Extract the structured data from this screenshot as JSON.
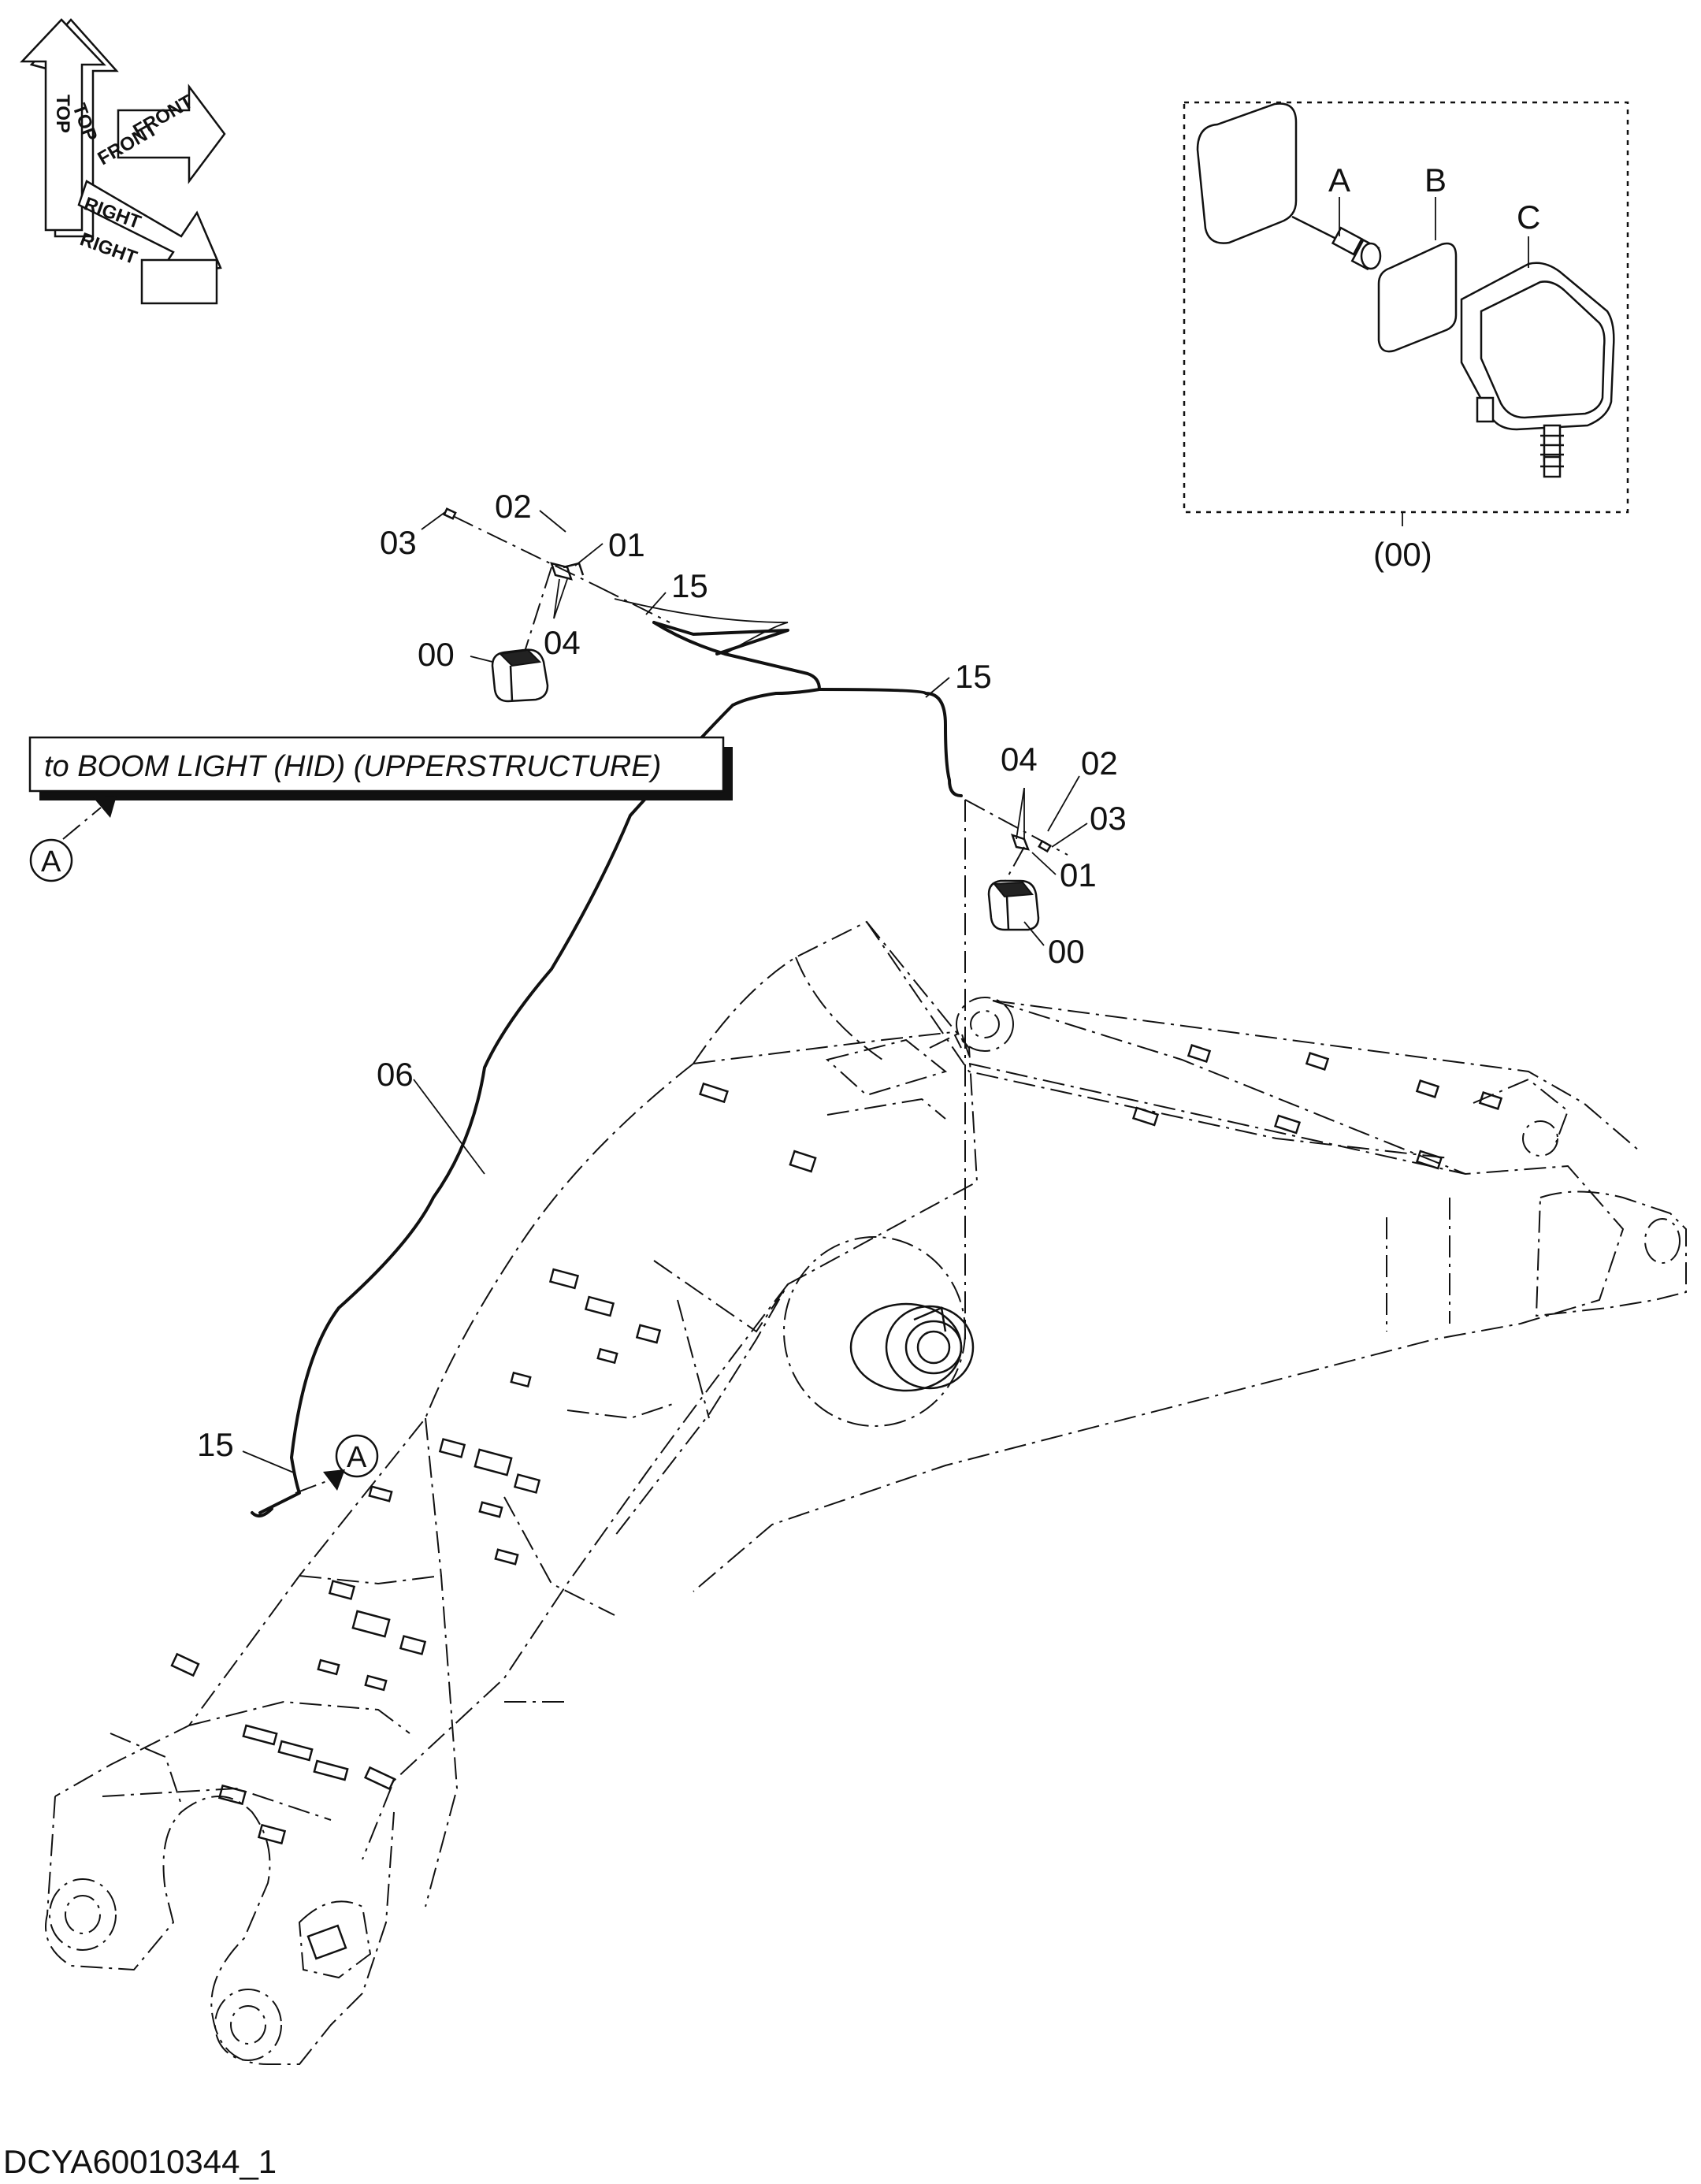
{
  "orientation": {
    "top": "TOP",
    "front": "FRONT",
    "right": "RIGHT"
  },
  "detail": {
    "letters": [
      "A",
      "B",
      "C"
    ],
    "caption": "(00)"
  },
  "callouts": {
    "left_lamp": {
      "screw": "03",
      "bracket": "02",
      "clip": "01",
      "harness_end": "15",
      "lamp": "00",
      "washer": "04"
    },
    "right_lamp": {
      "washer": "04",
      "bracket": "02",
      "screw": "03",
      "clip": "01",
      "lamp": "00"
    },
    "harness_junction": "15",
    "harness_main": "06",
    "harness_lower": "15"
  },
  "reference": {
    "text": "to BOOM LIGHT (HID) (UPPERSTRUCTURE)",
    "marker": "A",
    "marker_lower": "A"
  },
  "drawing_id": "DCYA60010344_1"
}
